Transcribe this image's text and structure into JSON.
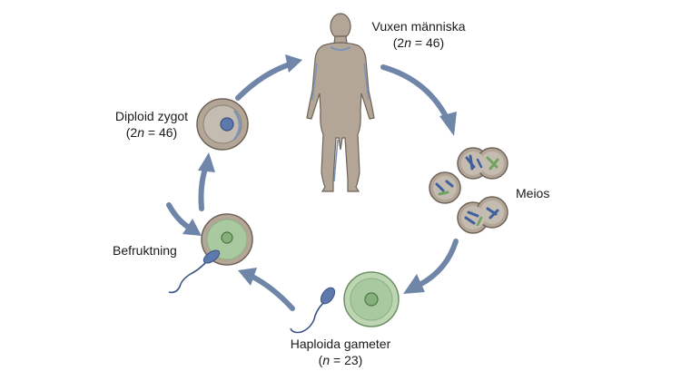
{
  "labels": {
    "adult": {
      "title": "Vuxen människa",
      "ploidy_pre": "(2",
      "ploidy_var": "n",
      "ploidy_post": " = 46)"
    },
    "meiosis": {
      "title": "Meios"
    },
    "gametes": {
      "title": "Haploida gameter",
      "ploidy_pre": "(",
      "ploidy_var": "n",
      "ploidy_post": " = 23)"
    },
    "fertilization": {
      "title": "Befruktning"
    },
    "zygote": {
      "title": "Diploid zygot",
      "ploidy_pre": "(2",
      "ploidy_var": "n",
      "ploidy_post": " = 46)"
    }
  },
  "colors": {
    "arrow": "#6f86a8",
    "body_fill": "#b3a697",
    "cell_fill": "#b3a697",
    "green_cell": "#a9c9a0",
    "nucleus_blue": "#5e79ab",
    "chromosome_blue": "#3f5f9e",
    "chromosome_green": "#6fa35f"
  }
}
